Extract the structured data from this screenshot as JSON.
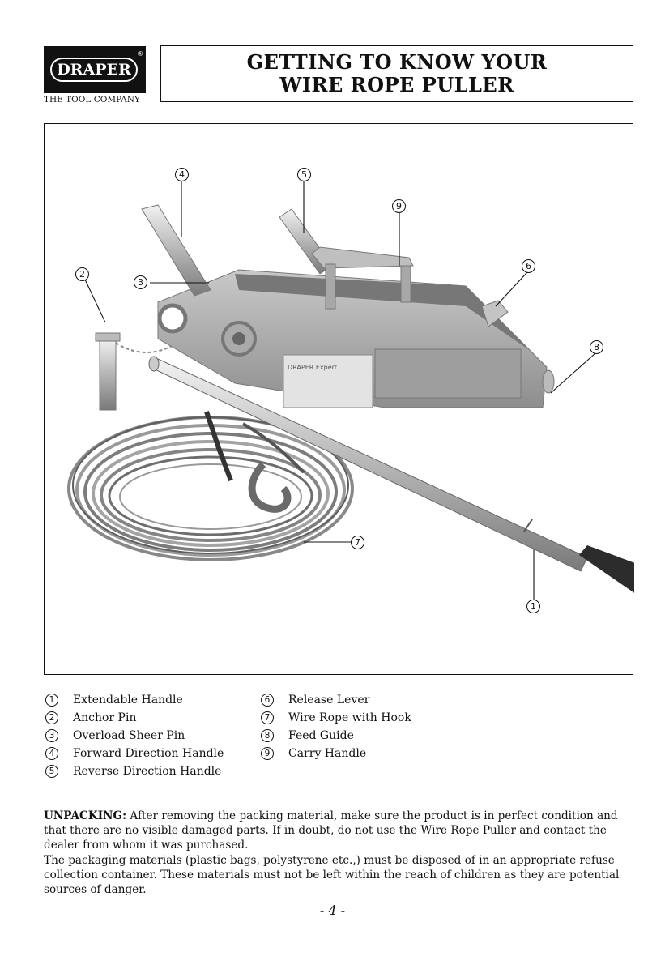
{
  "brand": {
    "name": "DRAPER",
    "registered": "®",
    "tagline": "THE TOOL COMPANY"
  },
  "header": {
    "title_line1": "GETTING TO KNOW YOUR",
    "title_line2": "WIRE ROPE PULLER"
  },
  "figure": {
    "callouts": [
      "1",
      "2",
      "3",
      "4",
      "5",
      "6",
      "7",
      "8",
      "9"
    ],
    "plate_label": "DRAPER Expert"
  },
  "legend": {
    "left": [
      {
        "num": "1",
        "label": "Extendable Handle"
      },
      {
        "num": "2",
        "label": "Anchor Pin"
      },
      {
        "num": "3",
        "label": "Overload Sheer Pin"
      },
      {
        "num": "4",
        "label": "Forward Direction Handle"
      },
      {
        "num": "5",
        "label": "Reverse Direction Handle"
      }
    ],
    "right": [
      {
        "num": "6",
        "label": "Release Lever"
      },
      {
        "num": "7",
        "label": "Wire Rope with Hook"
      },
      {
        "num": "8",
        "label": "Feed Guide"
      },
      {
        "num": "9",
        "label": "Carry Handle"
      }
    ]
  },
  "unpacking": {
    "heading": "UNPACKING:",
    "text1": " After removing the packing material, make sure the product is in perfect condition and that there are no visible damaged parts. If in doubt, do not use the Wire Rope Puller and contact the dealer from whom it was purchased.",
    "text2": "The packaging materials (plastic bags, polystyrene etc.,) must be disposed of in an appropriate refuse collection container. These materials must not be left within the reach of children as they are potential sources of danger."
  },
  "footer": {
    "page_number": "- 4 -"
  }
}
